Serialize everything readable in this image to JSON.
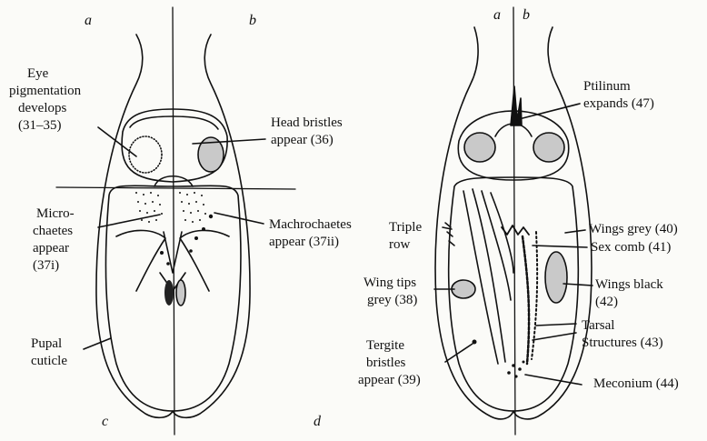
{
  "panel_letters": {
    "a1": "a",
    "b1": "b",
    "c": "c",
    "a2": "a",
    "b2": "b",
    "d": "d"
  },
  "left_labels": {
    "eye": [
      "Eye",
      "pigmentation",
      "develops",
      "(31–35)"
    ],
    "head": [
      "Head bristles",
      "appear (36)"
    ],
    "micro": [
      "Micro-",
      "chaetes",
      "appear",
      "(37i)"
    ],
    "macro": [
      "Machrochaetes",
      "appear (37ii)"
    ],
    "pupal": [
      "Pupal",
      "cuticle"
    ]
  },
  "right_labels": {
    "ptilinum": [
      "Ptilinum",
      "expands (47)"
    ],
    "triple": [
      "Triple",
      "row"
    ],
    "wings_grey": "Wings grey (40)",
    "sex_comb": "Sex comb (41)",
    "wing_tips": [
      "Wing tips",
      "grey (38)"
    ],
    "wings_black": [
      "Wings black",
      "(42)"
    ],
    "tarsal": [
      "Tarsal",
      "Structures (43)"
    ],
    "tergite": [
      "Tergite",
      "bristles",
      "appear (39)"
    ],
    "meconium": "Meconium (44)"
  },
  "colors": {
    "ink": "#111111",
    "paper": "#fbfbf8",
    "grey_fill": "#c9c9c9"
  }
}
